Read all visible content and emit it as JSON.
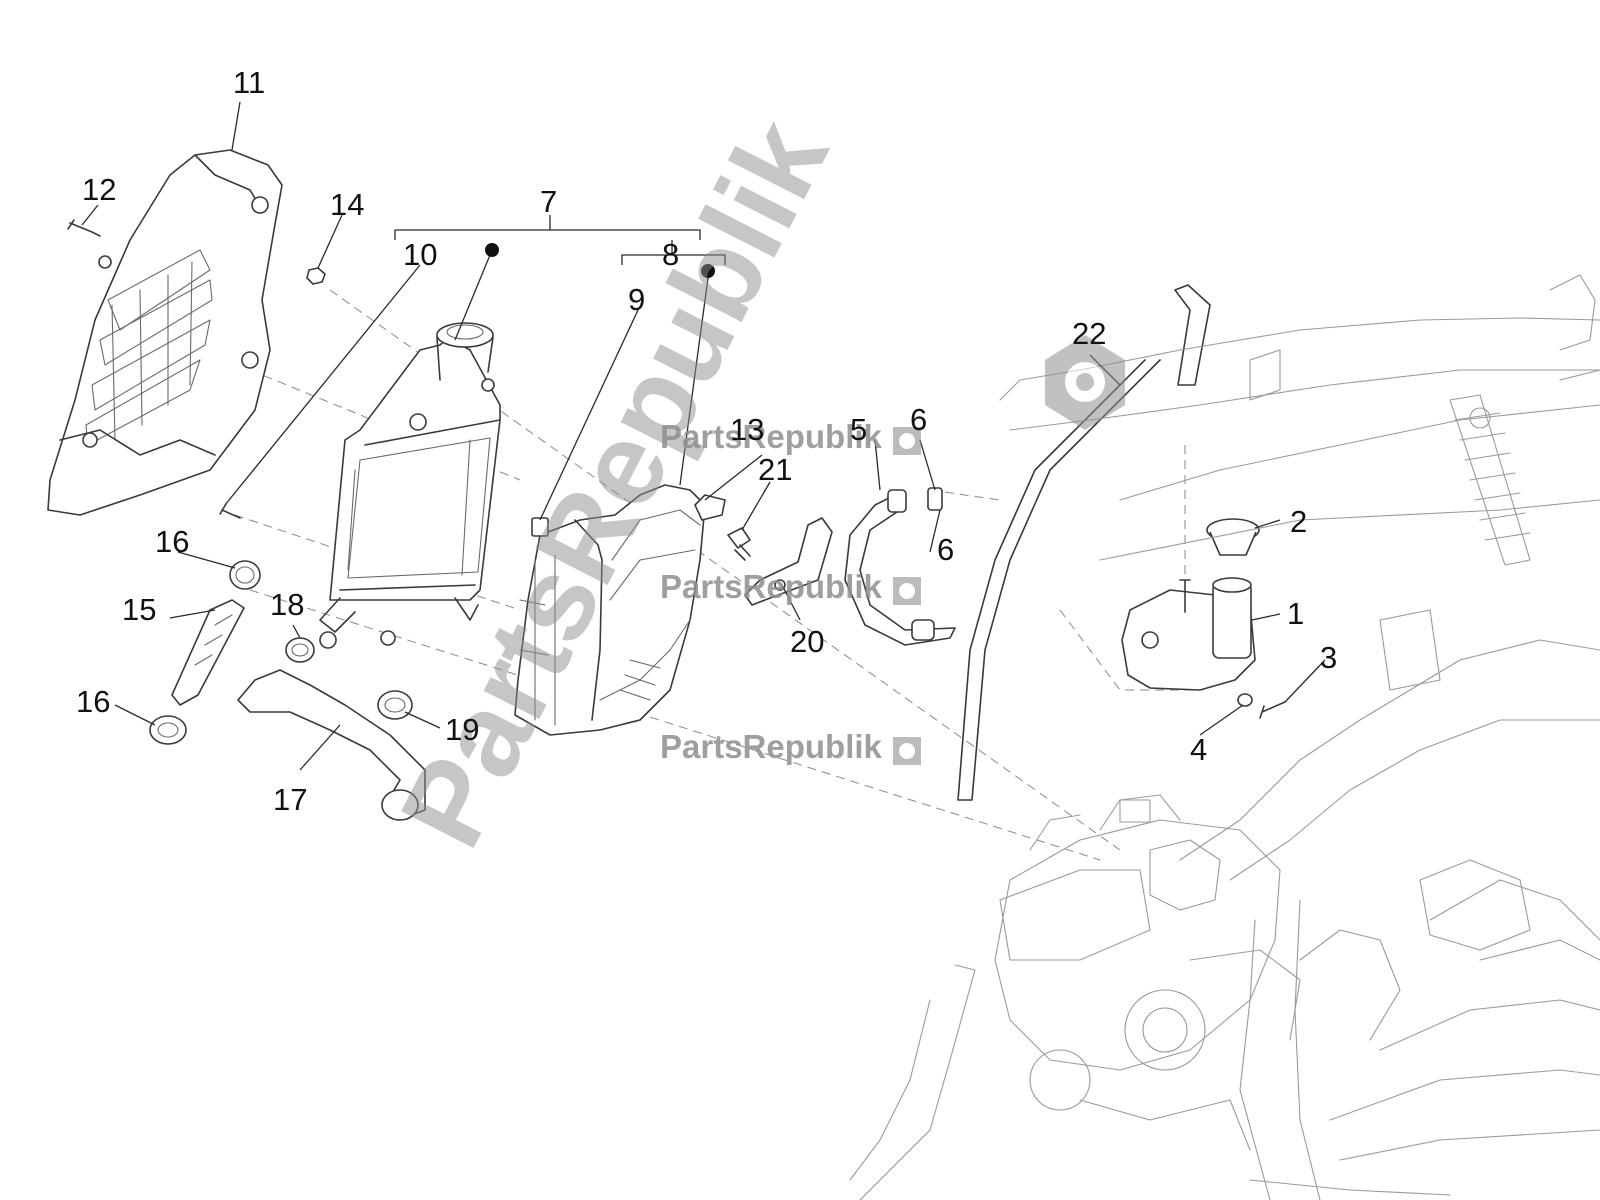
{
  "diagram": {
    "part_labels": {
      "p1": "1",
      "p2": "2",
      "p3": "3",
      "p4": "4",
      "p5": "5",
      "p6a": "6",
      "p6b": "6",
      "p7": "7",
      "p8": "8",
      "p9": "9",
      "p10": "10",
      "p11": "11",
      "p12": "12",
      "p13": "13",
      "p14": "14",
      "p15": "15",
      "p16a": "16",
      "p16b": "16",
      "p17": "17",
      "p18": "18",
      "p19": "19",
      "p20": "20",
      "p21": "21",
      "p22": "22"
    },
    "watermark": {
      "big": "PartsRepublik",
      "small": "PartsRepublik"
    },
    "icons": [
      "gear-icon",
      "bullet-marker"
    ]
  }
}
